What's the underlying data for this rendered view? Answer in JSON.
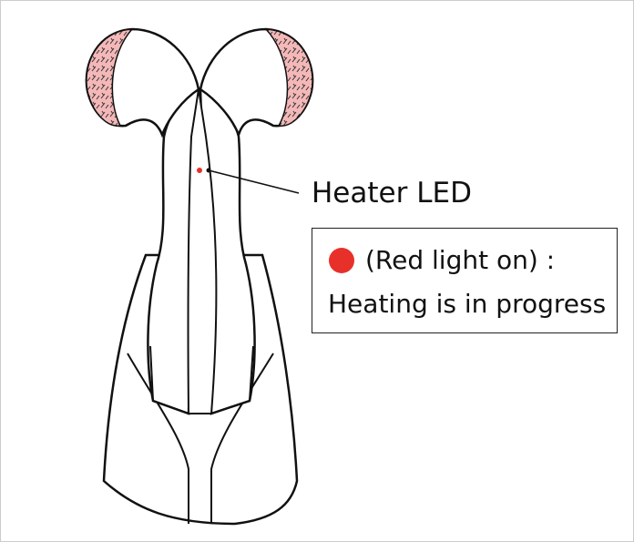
{
  "callout": {
    "label": "Heater LED"
  },
  "legend": {
    "status_text": "(Red light on) :",
    "description": "Heating is in progress"
  },
  "colors": {
    "led_red": "#e8302a",
    "pad_pink": "#f4b8b8",
    "outline": "#111111"
  },
  "icons": {
    "led_indicator": "red-dot-icon"
  }
}
